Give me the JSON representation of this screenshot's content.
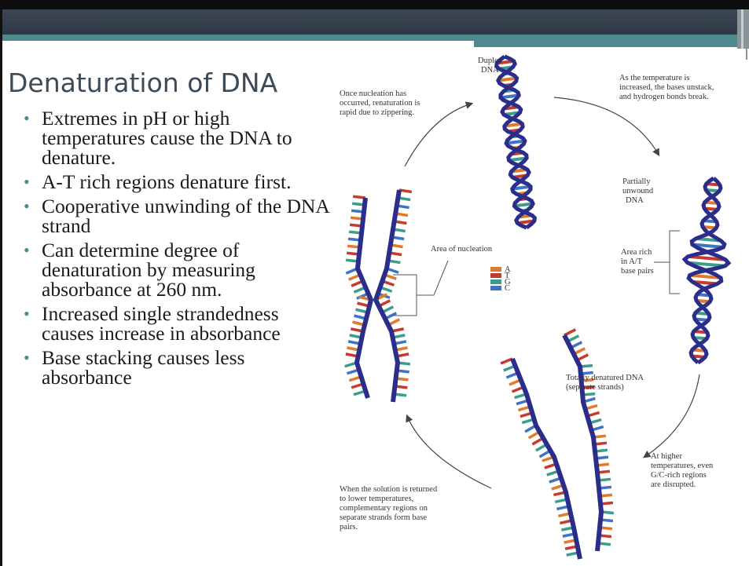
{
  "slide": {
    "title": "Denaturation of DNA",
    "bullets": [
      "Extremes in pH or high temperatures cause the DNA to denature.",
      "A-T rich regions denature first.",
      "Cooperative unwinding of the DNA strand",
      "Can determine degree of denaturation by measuring absorbance at 260 nm.",
      "Increased single strandedness causes increase in absorbance",
      "Base stacking causes less absorbance"
    ]
  },
  "diagram": {
    "labels": {
      "duplex": [
        "Duplex",
        "DNA"
      ],
      "nucleation_occurred": [
        "Once nucleation has",
        "occurred, renaturation is",
        "rapid due to zippering."
      ],
      "temperature_increased": [
        "As the temperature is",
        "increased, the bases unstack,",
        "and hydrogen bonds break."
      ],
      "partially_unwound": [
        "Partially",
        "unwound",
        "DNA"
      ],
      "area_rich_at": [
        "Area rich",
        "in A/T",
        "base pairs"
      ],
      "area_nucleation": "Area of nucleation",
      "totally_denatured": [
        "Totally denatured DNA",
        "(separate strands)"
      ],
      "higher_temperatures": [
        "At higher",
        "temperatures, even",
        "G/C-rich regions",
        "are disrupted."
      ],
      "solution_returned": [
        "When the solution is returned",
        "to lower temperatures,",
        "complementary regions on",
        "separate strands form base",
        "pairs."
      ]
    },
    "base_key": [
      {
        "letter": "A",
        "color": "#e07a2e"
      },
      {
        "letter": "T",
        "color": "#c73b2c"
      },
      {
        "letter": "G",
        "color": "#3e9c8c"
      },
      {
        "letter": "C",
        "color": "#3f74c4"
      }
    ]
  },
  "colors": {
    "strand": "#2a2d8a",
    "accent": "#4f8a8e",
    "band": "#333d49"
  }
}
